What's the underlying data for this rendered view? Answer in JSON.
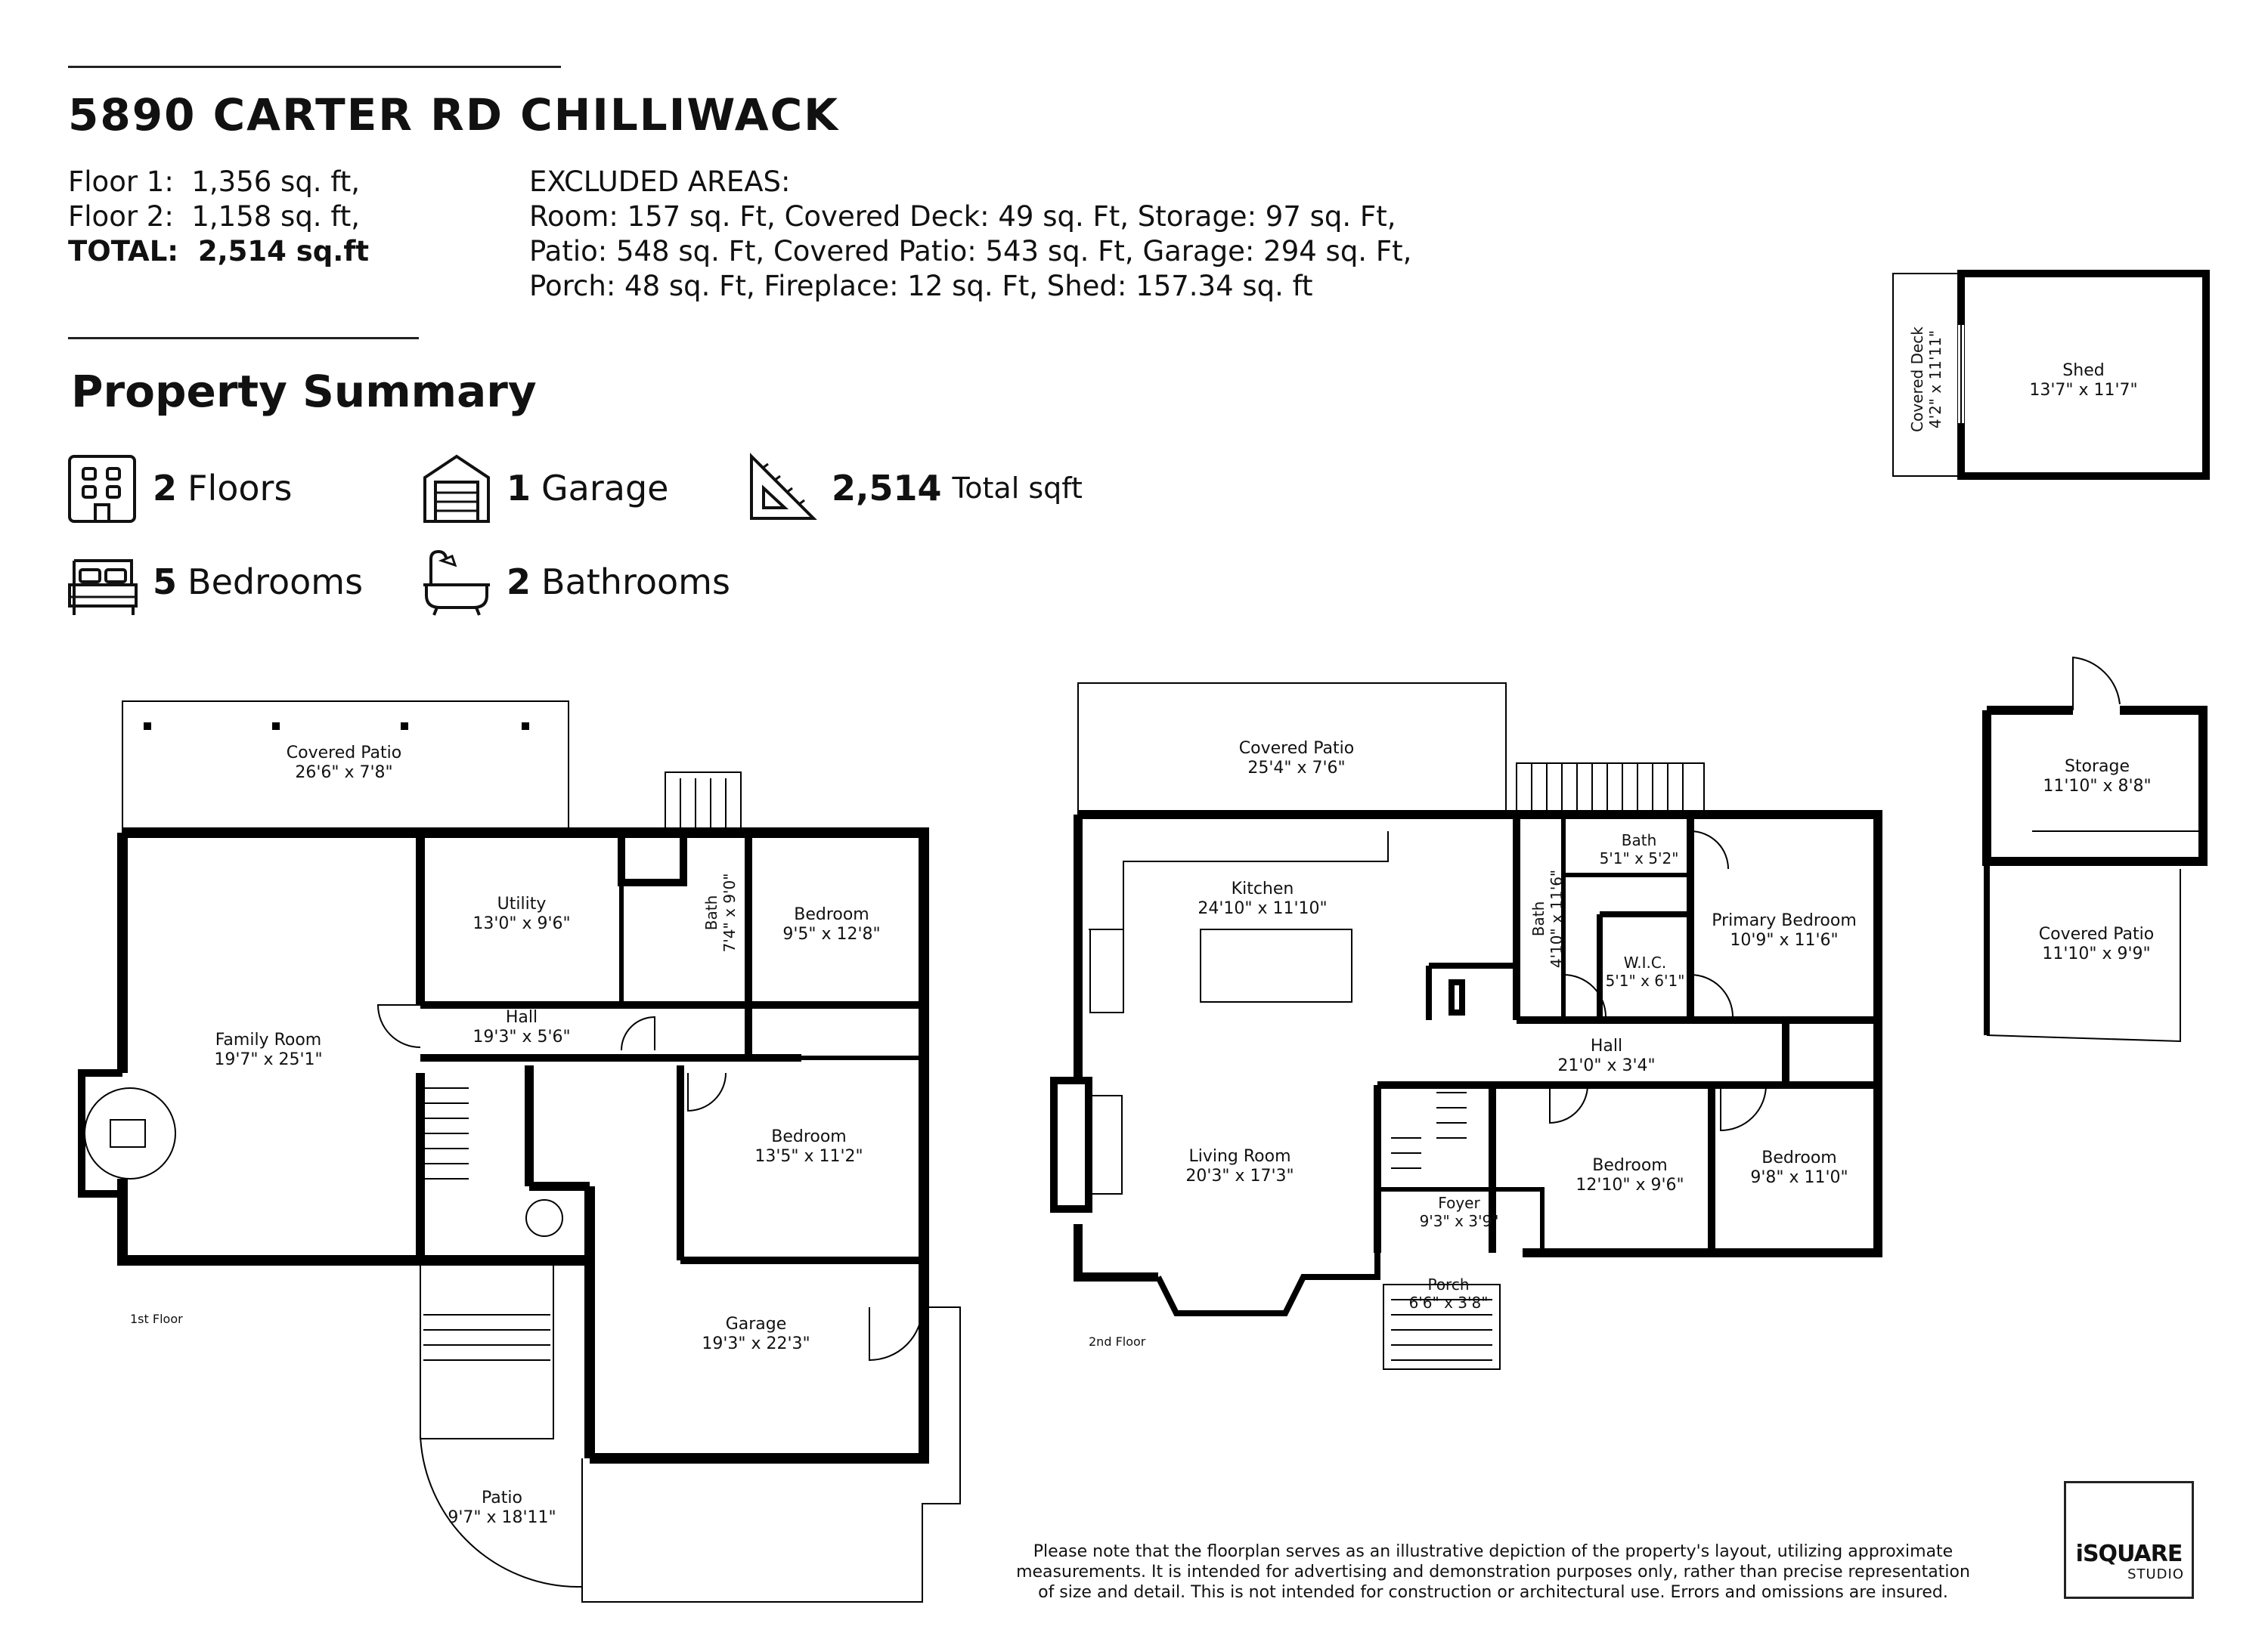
{
  "header": {
    "address": "5890 CARTER RD CHILLIWACK",
    "floors": [
      {
        "label": "Floor 1:",
        "value": "1,356 sq. ft,"
      },
      {
        "label": "Floor 2:",
        "value": "1,158 sq. ft,"
      }
    ],
    "total": {
      "label": "TOTAL:",
      "value": "2,514 sq.ft"
    },
    "excluded_title": "EXCLUDED AREAS:",
    "excluded_lines": [
      "Room: 157 sq. Ft, Covered Deck: 49 sq. Ft, Storage: 97 sq. Ft,",
      "Patio: 548 sq. Ft, Covered Patio: 543 sq. Ft, Garage: 294 sq. Ft,",
      "Porch: 48 sq. Ft, Fireplace: 12 sq. Ft, Shed: 157.34 sq. ft"
    ]
  },
  "summary": {
    "title": "Property Summary",
    "floors": {
      "count": "2",
      "label": "Floors",
      "icon": "building-icon"
    },
    "garage": {
      "count": "1",
      "label": "Garage",
      "icon": "garage-icon"
    },
    "sqft": {
      "count": "2,514",
      "label": "Total sqft",
      "icon": "set-square-icon"
    },
    "bedrooms": {
      "count": "5",
      "label": "Bedrooms",
      "icon": "bed-icon"
    },
    "bathrooms": {
      "count": "2",
      "label": "Bathrooms",
      "icon": "bathtub-icon"
    }
  },
  "floor1": {
    "label": "1st Floor",
    "rooms": {
      "covered_patio": {
        "name": "Covered Patio",
        "dims": "26'6\" x 7'8\""
      },
      "family_room": {
        "name": "Family Room",
        "dims": "19'7\" x 25'1\""
      },
      "utility": {
        "name": "Utility",
        "dims": "13'0\" x 9'6\""
      },
      "bath": {
        "name": "Bath",
        "dims": "7'4\" x 9'0\""
      },
      "bedroom_a": {
        "name": "Bedroom",
        "dims": "9'5\" x 12'8\""
      },
      "hall": {
        "name": "Hall",
        "dims": "19'3\" x 5'6\""
      },
      "bedroom_b": {
        "name": "Bedroom",
        "dims": "13'5\" x 11'2\""
      },
      "garage": {
        "name": "Garage",
        "dims": "19'3\" x 22'3\""
      },
      "patio": {
        "name": "Patio",
        "dims": "9'7\" x 18'11\""
      }
    }
  },
  "floor2": {
    "label": "2nd Floor",
    "rooms": {
      "covered_patio": {
        "name": "Covered Patio",
        "dims": "25'4\" x 7'6\""
      },
      "kitchen": {
        "name": "Kitchen",
        "dims": "24'10\" x 11'10\""
      },
      "bath_top": {
        "name": "Bath",
        "dims": "5'1\" x 5'2\""
      },
      "bath_side": {
        "name": "Bath",
        "dims": "4'10\" x 11'6\""
      },
      "wic": {
        "name": "W.I.C.",
        "dims": "5'1\" x 6'1\""
      },
      "primary_bedroom": {
        "name": "Primary Bedroom",
        "dims": "10'9\" x 11'6\""
      },
      "hall": {
        "name": "Hall",
        "dims": "21'0\" x 3'4\""
      },
      "living_room": {
        "name": "Living Room",
        "dims": "20'3\" x 17'3\""
      },
      "foyer": {
        "name": "Foyer",
        "dims": "9'3\" x 3'9\""
      },
      "bedroom_a": {
        "name": "Bedroom",
        "dims": "12'10\" x 9'6\""
      },
      "bedroom_b": {
        "name": "Bedroom",
        "dims": "9'8\" x 11'0\""
      },
      "porch": {
        "name": "Porch",
        "dims": "6'6\" x 3'8\""
      }
    }
  },
  "outbuildings": {
    "covered_deck": {
      "name": "Covered Deck",
      "dims": "4'2\" x 11'11\""
    },
    "shed": {
      "name": "Shed",
      "dims": "13'7\" x 11'7\""
    },
    "storage": {
      "name": "Storage",
      "dims": "11'10\" x 8'8\""
    },
    "covered_patio": {
      "name": "Covered Patio",
      "dims": "11'10\" x 9'9\""
    }
  },
  "disclaimer": [
    "Please note that the floorplan serves as an illustrative depiction of the property's layout, utilizing approximate",
    "measurements.  It is intended for advertising and demonstration purposes only, rather than precise representation",
    "of size and detail. This is not intended for construction or architectural use. Errors and omissions are insured."
  ],
  "logo": {
    "line1": "iSQUARE",
    "line2": "STUDIO"
  }
}
